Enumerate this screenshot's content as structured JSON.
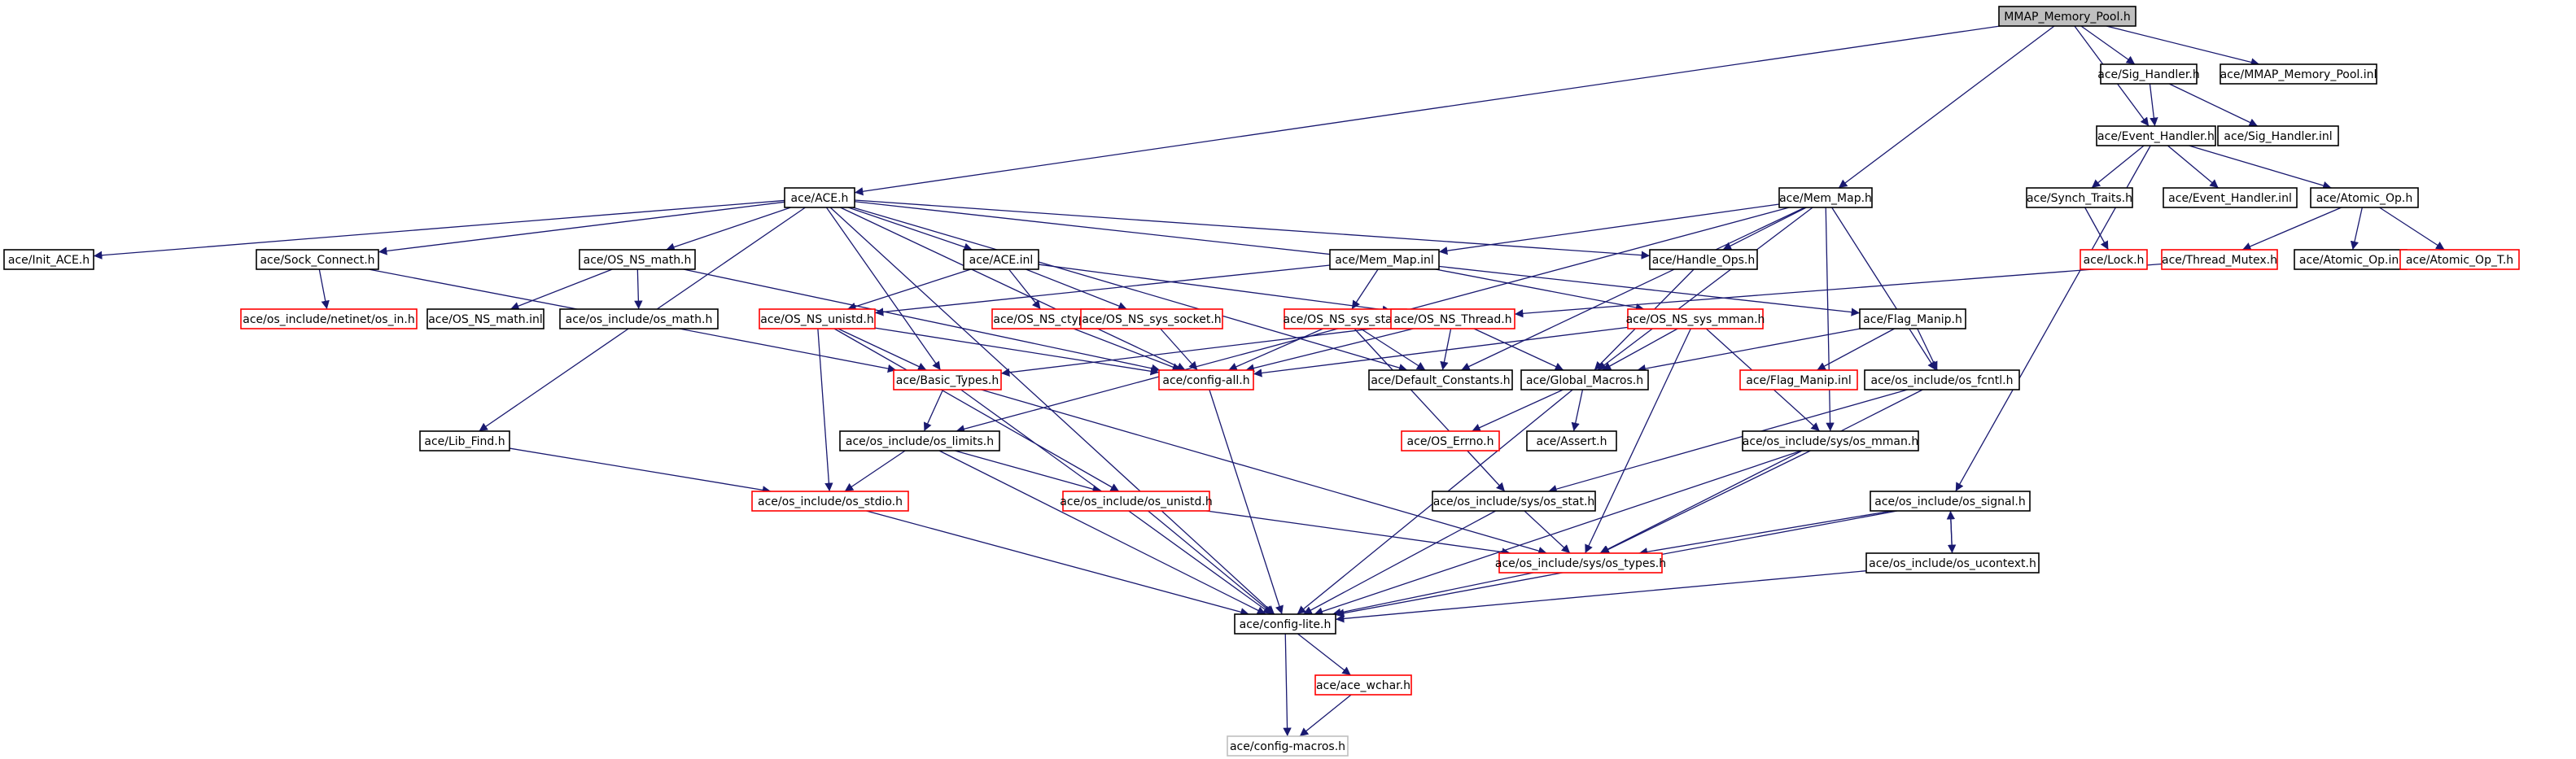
{
  "nodes": [
    {
      "id": "mmap",
      "label": "MMAP_Memory_Pool.h",
      "style": "root"
    },
    {
      "id": "sig_h",
      "label": "ace/Sig_Handler.h",
      "style": "black"
    },
    {
      "id": "mmap_inl",
      "label": "ace/MMAP_Memory_Pool.inl",
      "style": "black"
    },
    {
      "id": "event_h",
      "label": "ace/Event_Handler.h",
      "style": "black"
    },
    {
      "id": "sig_inl",
      "label": "ace/Sig_Handler.inl",
      "style": "black"
    },
    {
      "id": "ace_h",
      "label": "ace/ACE.h",
      "style": "black"
    },
    {
      "id": "memmap_h",
      "label": "ace/Mem_Map.h",
      "style": "black"
    },
    {
      "id": "synch_tr",
      "label": "ace/Synch_Traits.h",
      "style": "black"
    },
    {
      "id": "event_inl",
      "label": "ace/Event_Handler.inl",
      "style": "black"
    },
    {
      "id": "atomic_h",
      "label": "ace/Atomic_Op.h",
      "style": "black"
    },
    {
      "id": "init_ace",
      "label": "ace/Init_ACE.h",
      "style": "black"
    },
    {
      "id": "sock_con",
      "label": "ace/Sock_Connect.h",
      "style": "black"
    },
    {
      "id": "osns_math",
      "label": "ace/OS_NS_math.h",
      "style": "black"
    },
    {
      "id": "ace_inl",
      "label": "ace/ACE.inl",
      "style": "black"
    },
    {
      "id": "handle_ops",
      "label": "ace/Handle_Ops.h",
      "style": "black"
    },
    {
      "id": "lock_h",
      "label": "ace/Lock.h",
      "style": "red"
    },
    {
      "id": "thread_mutex",
      "label": "ace/Thread_Mutex.h",
      "style": "red"
    },
    {
      "id": "atomic_inl",
      "label": "ace/Atomic_Op.inl",
      "style": "black"
    },
    {
      "id": "atomic_t",
      "label": "ace/Atomic_Op_T.h",
      "style": "red"
    },
    {
      "id": "netinet",
      "label": "ace/os_include/netinet/os_in.h",
      "style": "red"
    },
    {
      "id": "osns_math_inl",
      "label": "ace/OS_NS_math.inl",
      "style": "black"
    },
    {
      "id": "os_math",
      "label": "ace/os_include/os_math.h",
      "style": "black"
    },
    {
      "id": "memmap_inl",
      "label": "ace/Mem_Map.inl",
      "style": "black"
    },
    {
      "id": "osns_unistd",
      "label": "ace/OS_NS_unistd.h",
      "style": "red"
    },
    {
      "id": "osns_ctype",
      "label": "ace/OS_NS_ctype.h",
      "style": "red"
    },
    {
      "id": "osns_sock",
      "label": "ace/OS_NS_sys_socket.h",
      "style": "red"
    },
    {
      "id": "osns_stat",
      "label": "ace/OS_NS_sys_stat.h",
      "style": "red"
    },
    {
      "id": "osns_thread",
      "label": "ace/OS_NS_Thread.h",
      "style": "red"
    },
    {
      "id": "osns_mman",
      "label": "ace/OS_NS_sys_mman.h",
      "style": "red"
    },
    {
      "id": "flag_h",
      "label": "ace/Flag_Manip.h",
      "style": "black"
    },
    {
      "id": "basic_types",
      "label": "ace/Basic_Types.h",
      "style": "red"
    },
    {
      "id": "config_all",
      "label": "ace/config-all.h",
      "style": "red"
    },
    {
      "id": "default_c",
      "label": "ace/Default_Constants.h",
      "style": "black"
    },
    {
      "id": "global_m",
      "label": "ace/Global_Macros.h",
      "style": "black"
    },
    {
      "id": "flag_inl",
      "label": "ace/Flag_Manip.inl",
      "style": "red"
    },
    {
      "id": "os_fcntl",
      "label": "ace/os_include/os_fcntl.h",
      "style": "black"
    },
    {
      "id": "os_limits",
      "label": "ace/os_include/os_limits.h",
      "style": "black"
    },
    {
      "id": "lib_find",
      "label": "ace/Lib_Find.h",
      "style": "black"
    },
    {
      "id": "os_errno",
      "label": "ace/OS_Errno.h",
      "style": "red"
    },
    {
      "id": "assert_h",
      "label": "ace/Assert.h",
      "style": "black"
    },
    {
      "id": "os_mman",
      "label": "ace/os_include/sys/os_mman.h",
      "style": "black"
    },
    {
      "id": "os_stdio",
      "label": "ace/os_include/os_stdio.h",
      "style": "red"
    },
    {
      "id": "os_unistd",
      "label": "ace/os_include/os_unistd.h",
      "style": "red"
    },
    {
      "id": "os_stat",
      "label": "ace/os_include/sys/os_stat.h",
      "style": "black"
    },
    {
      "id": "os_signal",
      "label": "ace/os_include/os_signal.h",
      "style": "black"
    },
    {
      "id": "os_types",
      "label": "ace/os_include/sys/os_types.h",
      "style": "red"
    },
    {
      "id": "os_ucontext",
      "label": "ace/os_include/os_ucontext.h",
      "style": "black"
    },
    {
      "id": "config_lite",
      "label": "ace/config-lite.h",
      "style": "black"
    },
    {
      "id": "ace_wchar",
      "label": "ace/ace_wchar.h",
      "style": "red"
    },
    {
      "id": "config_macros",
      "label": "ace/config-macros.h",
      "style": "gray"
    }
  ],
  "edges": [
    [
      "mmap",
      "sig_h"
    ],
    [
      "mmap",
      "mmap_inl"
    ],
    [
      "mmap",
      "event_h"
    ],
    [
      "mmap",
      "ace_h"
    ],
    [
      "mmap",
      "memmap_h"
    ],
    [
      "sig_h",
      "event_h"
    ],
    [
      "sig_h",
      "sig_inl"
    ],
    [
      "event_h",
      "synch_tr"
    ],
    [
      "event_h",
      "event_inl"
    ],
    [
      "event_h",
      "atomic_h"
    ],
    [
      "event_h",
      "os_signal"
    ],
    [
      "synch_tr",
      "lock_h"
    ],
    [
      "atomic_h",
      "thread_mutex"
    ],
    [
      "atomic_h",
      "atomic_inl"
    ],
    [
      "atomic_h",
      "atomic_t"
    ],
    [
      "thread_mutex",
      "osns_thread"
    ],
    [
      "ace_h",
      "init_ace"
    ],
    [
      "ace_h",
      "sock_con"
    ],
    [
      "ace_h",
      "osns_math"
    ],
    [
      "ace_h",
      "ace_inl"
    ],
    [
      "ace_h",
      "handle_ops"
    ],
    [
      "ace_h",
      "flag_h"
    ],
    [
      "ace_h",
      "lib_find"
    ],
    [
      "ace_h",
      "config_lite"
    ],
    [
      "ace_h",
      "default_c"
    ],
    [
      "ace_h",
      "basic_types"
    ],
    [
      "ace_h",
      "config_all"
    ],
    [
      "sock_con",
      "netinet"
    ],
    [
      "sock_con",
      "basic_types"
    ],
    [
      "osns_math",
      "osns_math_inl"
    ],
    [
      "osns_math",
      "os_math"
    ],
    [
      "osns_math",
      "config_all"
    ],
    [
      "ace_inl",
      "osns_unistd"
    ],
    [
      "ace_inl",
      "osns_ctype"
    ],
    [
      "ace_inl",
      "osns_sock"
    ],
    [
      "ace_inl",
      "osns_thread"
    ],
    [
      "memmap_h",
      "memmap_inl"
    ],
    [
      "memmap_h",
      "handle_ops"
    ],
    [
      "memmap_h",
      "os_limits"
    ],
    [
      "memmap_h",
      "default_c"
    ],
    [
      "memmap_h",
      "global_m"
    ],
    [
      "memmap_h",
      "os_fcntl"
    ],
    [
      "memmap_h",
      "os_mman"
    ],
    [
      "memmap_inl",
      "osns_unistd"
    ],
    [
      "memmap_inl",
      "osns_stat"
    ],
    [
      "memmap_inl",
      "osns_mman"
    ],
    [
      "handle_ops",
      "global_m"
    ],
    [
      "osns_unistd",
      "basic_types"
    ],
    [
      "osns_unistd",
      "os_unistd"
    ],
    [
      "osns_unistd",
      "os_stdio"
    ],
    [
      "osns_unistd",
      "config_all"
    ],
    [
      "osns_ctype",
      "config_all"
    ],
    [
      "osns_sock",
      "config_all"
    ],
    [
      "osns_stat",
      "config_all"
    ],
    [
      "osns_stat",
      "os_stat"
    ],
    [
      "osns_stat",
      "default_c"
    ],
    [
      "osns_thread",
      "config_all"
    ],
    [
      "osns_thread",
      "basic_types"
    ],
    [
      "osns_thread",
      "default_c"
    ],
    [
      "osns_thread",
      "global_m"
    ],
    [
      "osns_mman",
      "global_m"
    ],
    [
      "osns_mman",
      "os_mman"
    ],
    [
      "osns_mman",
      "os_types"
    ],
    [
      "osns_mman",
      "config_all"
    ],
    [
      "flag_h",
      "global_m"
    ],
    [
      "flag_h",
      "flag_inl"
    ],
    [
      "flag_h",
      "os_fcntl"
    ],
    [
      "basic_types",
      "os_limits"
    ],
    [
      "basic_types",
      "config_lite"
    ],
    [
      "basic_types",
      "os_types"
    ],
    [
      "config_all",
      "config_lite"
    ],
    [
      "global_m",
      "os_errno"
    ],
    [
      "global_m",
      "assert_h"
    ],
    [
      "global_m",
      "config_lite"
    ],
    [
      "os_fcntl",
      "os_stat"
    ],
    [
      "os_fcntl",
      "os_types"
    ],
    [
      "os_limits",
      "os_stdio"
    ],
    [
      "os_limits",
      "os_unistd"
    ],
    [
      "os_limits",
      "config_lite"
    ],
    [
      "lib_find",
      "os_stdio"
    ],
    [
      "os_mman",
      "os_types"
    ],
    [
      "os_mman",
      "config_lite"
    ],
    [
      "os_stdio",
      "config_lite"
    ],
    [
      "os_unistd",
      "os_types"
    ],
    [
      "os_unistd",
      "config_lite"
    ],
    [
      "os_stat",
      "os_types"
    ],
    [
      "os_stat",
      "config_lite"
    ],
    [
      "os_signal",
      "os_types"
    ],
    [
      "os_signal",
      "os_ucontext"
    ],
    [
      "os_signal",
      "config_lite"
    ],
    [
      "os_ucontext",
      "os_signal"
    ],
    [
      "os_ucontext",
      "config_lite"
    ],
    [
      "os_types",
      "config_lite"
    ],
    [
      "config_lite",
      "ace_wchar"
    ],
    [
      "config_lite",
      "config_macros"
    ],
    [
      "ace_wchar",
      "config_macros"
    ]
  ]
}
